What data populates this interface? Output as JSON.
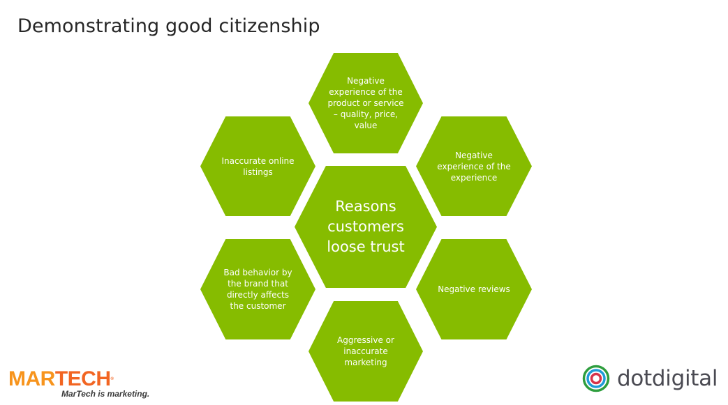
{
  "slide": {
    "title": "Demonstrating good citizenship"
  },
  "diagram": {
    "type": "hexagon-cluster",
    "fill_color": "#86bc00",
    "text_color": "#ffffff",
    "center": "Reasons customers loose trust",
    "outer": [
      {
        "position": "top",
        "text": "Negative experience of the product or service – quality, price, value"
      },
      {
        "position": "upper-right",
        "text": "Negative experience of the experience"
      },
      {
        "position": "lower-right",
        "text": "Negative reviews"
      },
      {
        "position": "bottom",
        "text": "Aggressive or inaccurate marketing"
      },
      {
        "position": "lower-left",
        "text": "Bad behavior by the brand that directly affects the customer"
      },
      {
        "position": "upper-left",
        "text": "Inaccurate online listings"
      }
    ]
  },
  "footer": {
    "left_logo": {
      "mar": "MAR",
      "tech": "TECH",
      "registered": "®",
      "tagline": "MarTech is marketing.",
      "colors": {
        "mar": "#f7941d",
        "tech": "#f26522"
      }
    },
    "right_logo": {
      "name": "dotdigital",
      "icon": "target-rings-icon",
      "colors": {
        "outer": "#2e9e3e",
        "middle": "#1e9bd7",
        "inner": "#d6334b"
      }
    }
  }
}
